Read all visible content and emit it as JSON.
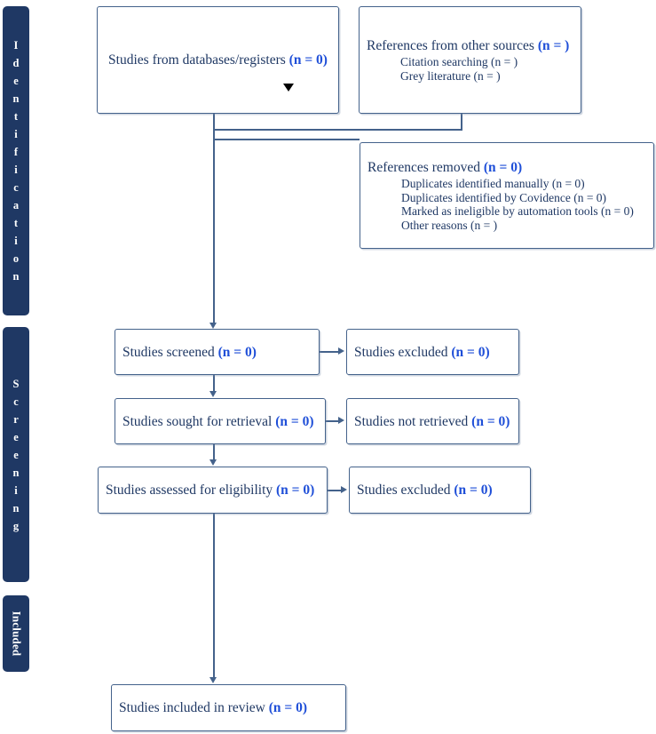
{
  "diagram": {
    "title": "PRISMA 2020 flow diagram",
    "accent_color": "#1f3864",
    "box_border_color": "#44628b",
    "count_color": "#1f4fd8"
  },
  "phases": [
    {
      "key": "identification",
      "label": "Identification",
      "stacked_label": "I\nd\ne\nn\nt\ni\nf\ni\nc\na\nt\ni\no\nn"
    },
    {
      "key": "screening",
      "label": "Screening",
      "stacked_label": "S\nc\nr\ne\ne\nn\ni\nn\ng"
    },
    {
      "key": "included",
      "label": "Included",
      "rotated_label": "Included"
    }
  ],
  "boxes": {
    "databases": {
      "title_text": "Studies from databases/registers ",
      "count": "(n = 0)"
    },
    "other_sources": {
      "title_text": "References from other sources ",
      "count": "(n = )",
      "items": [
        "Citation searching (n = )",
        "Grey literature (n = )"
      ]
    },
    "references_removed": {
      "title_text": "References removed ",
      "count": "(n = 0)",
      "items": [
        "Duplicates identified manually (n = 0)",
        "Duplicates identified by Covidence (n = 0)",
        "Marked as ineligible by automation tools (n = 0)",
        "Other reasons (n = )"
      ]
    },
    "studies_screened": {
      "title_text": "Studies screened ",
      "count": "(n = 0)"
    },
    "studies_excluded_1": {
      "title_text": "Studies excluded ",
      "count": "(n = 0)"
    },
    "studies_sought": {
      "title_text": "Studies sought for retrieval ",
      "count": "(n = 0)"
    },
    "studies_not_retrieved": {
      "title_text": "Studies not retrieved ",
      "count": "(n = 0)"
    },
    "studies_assessed": {
      "title_text": "Studies assessed for eligibility ",
      "count": "(n = 0)"
    },
    "studies_excluded_2": {
      "title_text": "Studies excluded ",
      "count": "(n = 0)"
    },
    "studies_included": {
      "title_text": "Studies included in review ",
      "count": "(n = 0)"
    }
  }
}
